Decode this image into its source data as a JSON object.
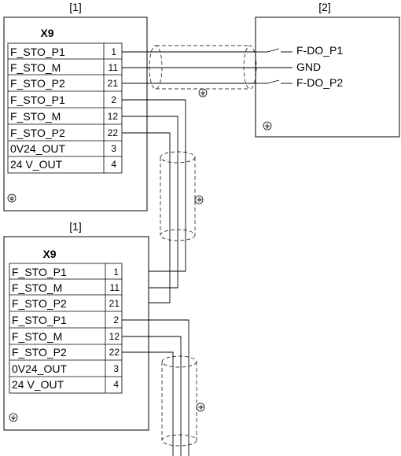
{
  "module1": {
    "ref": "[1]",
    "connector": "X9",
    "rows": [
      {
        "signal": "F_STO_P1",
        "pin": "1"
      },
      {
        "signal": "F_STO_M",
        "pin": "11"
      },
      {
        "signal": "F_STO_P2",
        "pin": "21"
      },
      {
        "signal": "F_STO_P1",
        "pin": "2"
      },
      {
        "signal": "F_STO_M",
        "pin": "12"
      },
      {
        "signal": "F_STO_P2",
        "pin": "22"
      },
      {
        "signal": "0V24_OUT",
        "pin": "3"
      },
      {
        "signal": "24 V_OUT",
        "pin": "4"
      }
    ]
  },
  "module2": {
    "ref": "[1]",
    "connector": "X9",
    "rows": [
      {
        "signal": "F_STO_P1",
        "pin": "1"
      },
      {
        "signal": "F_STO_M",
        "pin": "11"
      },
      {
        "signal": "F_STO_P2",
        "pin": "21"
      },
      {
        "signal": "F_STO_P1",
        "pin": "2"
      },
      {
        "signal": "F_STO_M",
        "pin": "12"
      },
      {
        "signal": "F_STO_P2",
        "pin": "22"
      },
      {
        "signal": "0V24_OUT",
        "pin": "3"
      },
      {
        "signal": "24 V_OUT",
        "pin": "4"
      }
    ]
  },
  "controller": {
    "ref": "[2]",
    "signals": [
      "F-DO_P1",
      "GND",
      "F-DO_P2"
    ]
  },
  "icons": {
    "ground": "ground-symbol"
  }
}
